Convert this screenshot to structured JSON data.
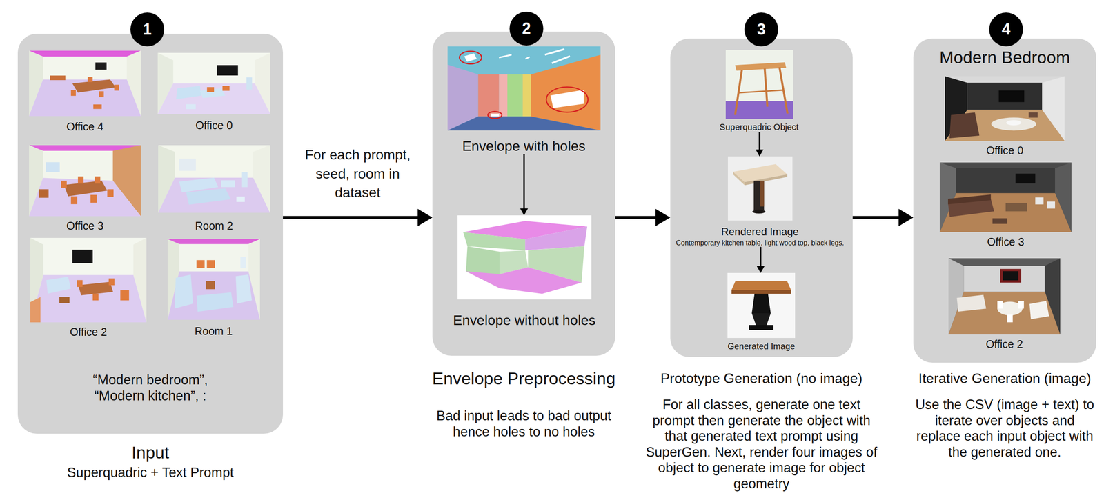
{
  "diagram": {
    "nodes": [
      {
        "text": [
          "1"
        ]
      },
      {
        "text": [
          "“Modern bedroom”, “Modern kitchen”, :",
          "Input",
          "Superquadric + Text Prompt"
        ]
      },
      {
        "text": [
          "Office 4"
        ],
        "in": 1
      },
      {
        "text": [
          "Office 0"
        ],
        "in": 1
      },
      {
        "text": [
          "Office 3"
        ],
        "in": 1
      },
      {
        "text": [
          "Room 2"
        ],
        "in": 1
      },
      {
        "text": [
          "Office 2"
        ],
        "in": 1
      },
      {
        "text": [
          "Room 1"
        ],
        "in": 1
      },
      {
        "text": [
          "2"
        ]
      },
      {
        "text": [
          "Envelope Preprocessing",
          "Bad input leads to bad output hence holes to no holes"
        ]
      },
      {
        "text": [
          "Envelope with holes"
        ],
        "in": 9
      },
      {
        "text": [
          "Envelope without holes"
        ],
        "in": 9
      },
      {
        "text": [
          "3"
        ]
      },
      {
        "text": [
          "Prototype Generation (no image)",
          "For all classes, generate one text prompt then generate the object with that generated text prompt using SuperGen. Next, render four images of object to generate image for object geometry"
        ]
      },
      {
        "text": [
          "Superquadric Object"
        ],
        "in": 13
      },
      {
        "text": [
          "Rendered Image",
          "Contemporary kitchen table, light wood top, black legs."
        ],
        "in": 13
      },
      {
        "text": [
          "Generated Image"
        ],
        "in": 13
      },
      {
        "text": [
          "4"
        ]
      },
      {
        "text": [
          "Modern Bedroom",
          "Iterative Generation (image)",
          "Use the CSV (image + text) to iterate over objects and replace each input object with the generated one."
        ]
      },
      {
        "text": [
          "Office 0"
        ],
        "in": 18
      },
      {
        "text": [
          "Office 3"
        ],
        "in": 18
      },
      {
        "text": [
          "Office 2"
        ],
        "in": 18
      }
    ],
    "edges": [
      {
        "from": 1,
        "to": 9,
        "arrow": "to",
        "label": "For each prompt, seed, room in dataset"
      },
      {
        "from": 9,
        "to": 13,
        "arrow": "to"
      },
      {
        "from": 13,
        "to": 18,
        "arrow": "to"
      },
      {
        "from": 10,
        "to": 11,
        "arrow": "to"
      },
      {
        "from": 14,
        "to": 15,
        "arrow": "to"
      },
      {
        "from": 15,
        "to": 16,
        "arrow": "to"
      }
    ]
  }
}
